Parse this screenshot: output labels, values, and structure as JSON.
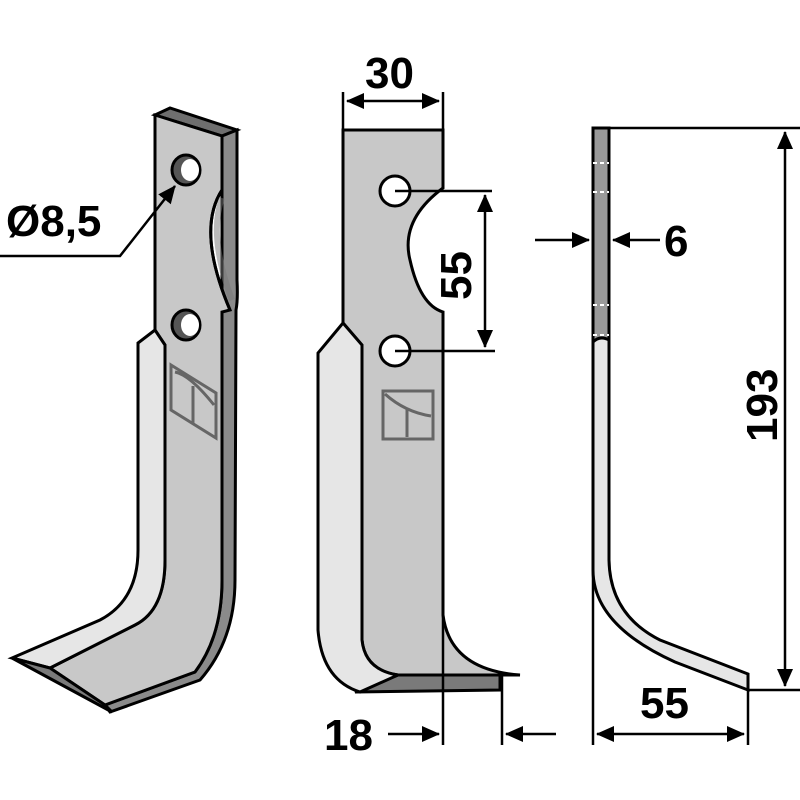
{
  "title": "Rotary tiller blade technical drawing",
  "colors": {
    "face_mid": "#c8c8c8",
    "face_light": "#e4e4e4",
    "face_dark": "#8a8a8a",
    "edge_dark": "#6e6e6e",
    "outline": "#000000",
    "background": "#ffffff"
  },
  "views": {
    "perspective": {
      "hole_diameter_label": "Ø8,5"
    },
    "front": {
      "width_label": "30",
      "hole_spacing_label": "55",
      "bottom_offset_label": "18"
    },
    "side": {
      "thickness_label": "6",
      "height_label": "193",
      "reach_label": "55"
    }
  },
  "logo": "manufacturer-logo"
}
